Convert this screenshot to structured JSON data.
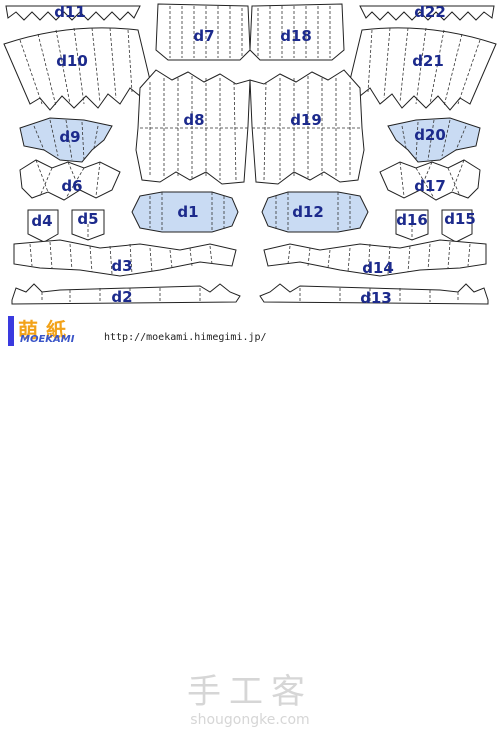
{
  "parts": {
    "d1": "d1",
    "d2": "d2",
    "d3": "d3",
    "d4": "d4",
    "d5": "d5",
    "d6": "d6",
    "d7": "d7",
    "d8": "d8",
    "d9": "d9",
    "d10": "d10",
    "d11": "d11",
    "d12": "d12",
    "d13": "d13",
    "d14": "d14",
    "d15": "d15",
    "d16": "d16",
    "d17": "d17",
    "d18": "d18",
    "d19": "d19",
    "d20": "d20",
    "d21": "d21",
    "d22": "d22"
  },
  "colors": {
    "label": "#1c2a8c",
    "highlight_fill": "#c9dbf3",
    "outline": "#222222"
  },
  "footer": {
    "logo_kanji": "萌紙",
    "logo_roman": "MOEKAMI",
    "url": "http://moekami.himegimi.jp/"
  },
  "watermark": {
    "chinese": "手工客",
    "domain": "shougongke.com"
  }
}
